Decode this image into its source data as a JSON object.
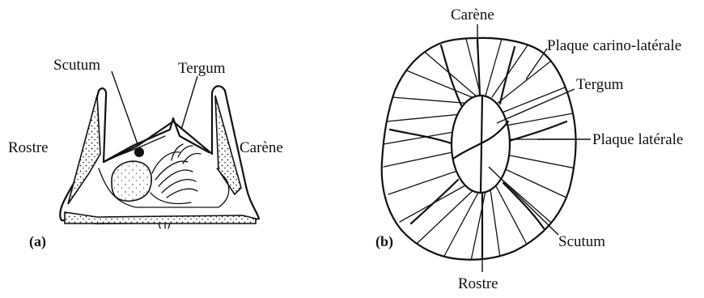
{
  "figure_a": {
    "panel_label": "(a)",
    "labels": {
      "scutum": "Scutum",
      "tergum": "Tergum",
      "rostre": "Rostre",
      "carene": "Carène"
    }
  },
  "figure_b": {
    "panel_label": "(b)",
    "labels": {
      "carene": "Carène",
      "plaque_carino_laterale": "Plaque carino-latérale",
      "tergum": "Tergum",
      "plaque_laterale": "Plaque latérale",
      "scutum": "Scutum",
      "rostre": "Rostre"
    }
  }
}
